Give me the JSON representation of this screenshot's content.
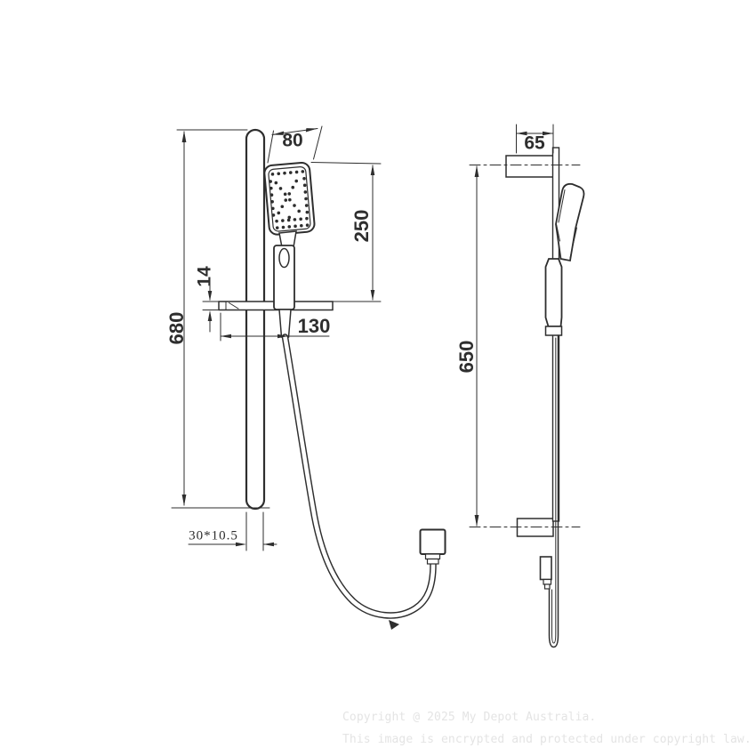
{
  "drawing": {
    "title": "shower-rail-set-technical-drawing",
    "views": {
      "front": "front-view",
      "side": "side-view"
    }
  },
  "labels": {
    "dim_80": "80",
    "dim_250": "250",
    "dim_14": "14",
    "dim_680": "680",
    "dim_130": "130",
    "dim_rail_profile": "30*10.5",
    "dim_65": "65",
    "dim_650": "650"
  },
  "copyright": {
    "line1": "Copyright @ 2025 My Depot Australia.",
    "line2": "This image is encrypted and protected under copyright law."
  },
  "colors": {
    "line": "#2e2e2e",
    "copyright_text": "#e4e4e4",
    "background": "#ffffff"
  }
}
